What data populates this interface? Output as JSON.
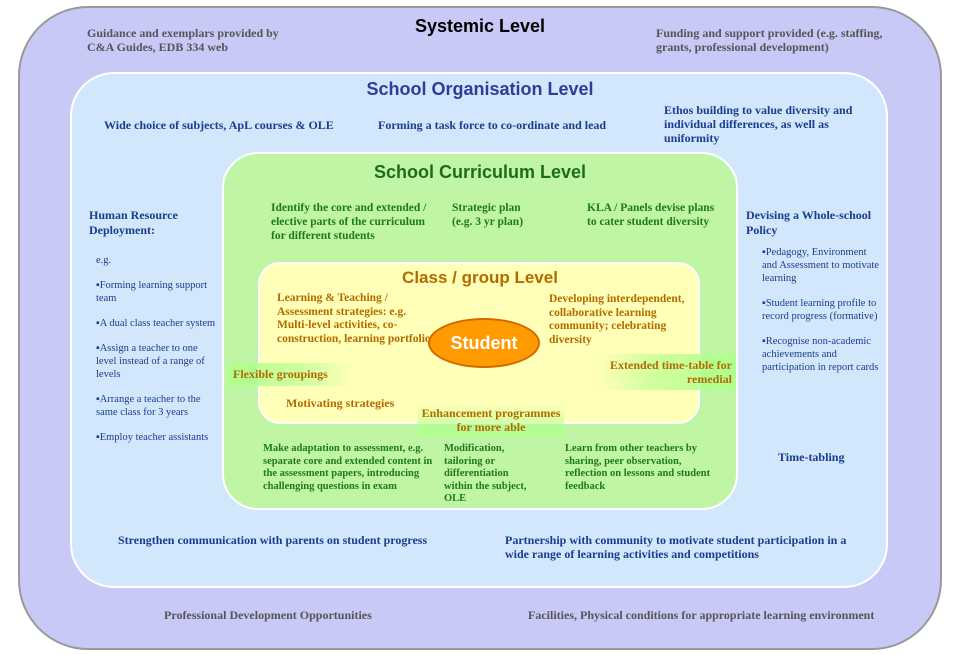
{
  "levels": {
    "systemic": "Systemic Level",
    "school_org": "School Organisation Level",
    "school_curriculum": "School Curriculum Level",
    "class_group": "Class / group Level",
    "student": "Student"
  },
  "systemic": {
    "guidance": "Guidance and exemplars provided by C&A Guides, EDB 334 web",
    "funding": "Funding and support provided (e.g. staffing, grants, professional development)",
    "prof_dev": "Professional Development Opportunities",
    "facilities": "Facilities, Physical conditions for appropriate learning environment"
  },
  "school_org": {
    "wide_choice": "Wide choice of subjects, ApL courses & OLE",
    "task_force": "Forming a task force to co-ordinate and lead",
    "ethos": "Ethos building to value diversity and individual differences, as well as uniformity",
    "hr_title": "Human Resource Deployment:",
    "hr_items": [
      "e.g.",
      "▪Forming learning support team",
      "▪A dual class teacher system",
      "▪Assign a teacher to one level instead of a range of levels",
      "▪Arrange a teacher to the same class for 3 years",
      "▪Employ teacher assistants"
    ],
    "policy_title": "Devising a Whole-school Policy",
    "policy_items": [
      "▪Pedagogy, Environment and Assessment to motivate learning",
      "▪Student learning profile to record progress (formative)",
      "▪Recognise non-academic achievements and participation in report cards"
    ],
    "timetabling": "Time-tabling",
    "communication": "Strengthen communication with parents on student progress",
    "partnership": "Partnership with community to motivate student participation in a wide range of learning activities and competitions"
  },
  "school_curriculum": {
    "core": "Identify the core and extended / elective parts of the curriculum for different students",
    "strategic": "Strategic plan (e.g. 3 yr plan)",
    "kla": "KLA / Panels devise plans to cater student diversity",
    "adaptation": "Make adaptation to assessment, e.g. separate core and extended content in the assessment papers, introducing challenging questions in exam",
    "modification": "Modification, tailoring or differentiation within the subject, OLE",
    "learn": "Learn from other teachers by sharing, peer observation, reflection on lessons and student feedback"
  },
  "class_group": {
    "strategies": "Learning & Teaching / Assessment strategies: e.g. Multi-level activities, co-construction, learning portfolios",
    "developing": "Developing interdependent, collaborative learning community; celebrating diversity",
    "flexible": "Flexible groupings",
    "extended": "Extended time-table for remedial",
    "motivating": "Motivating strategies",
    "enhancement": "Enhancement programmes for more able"
  }
}
